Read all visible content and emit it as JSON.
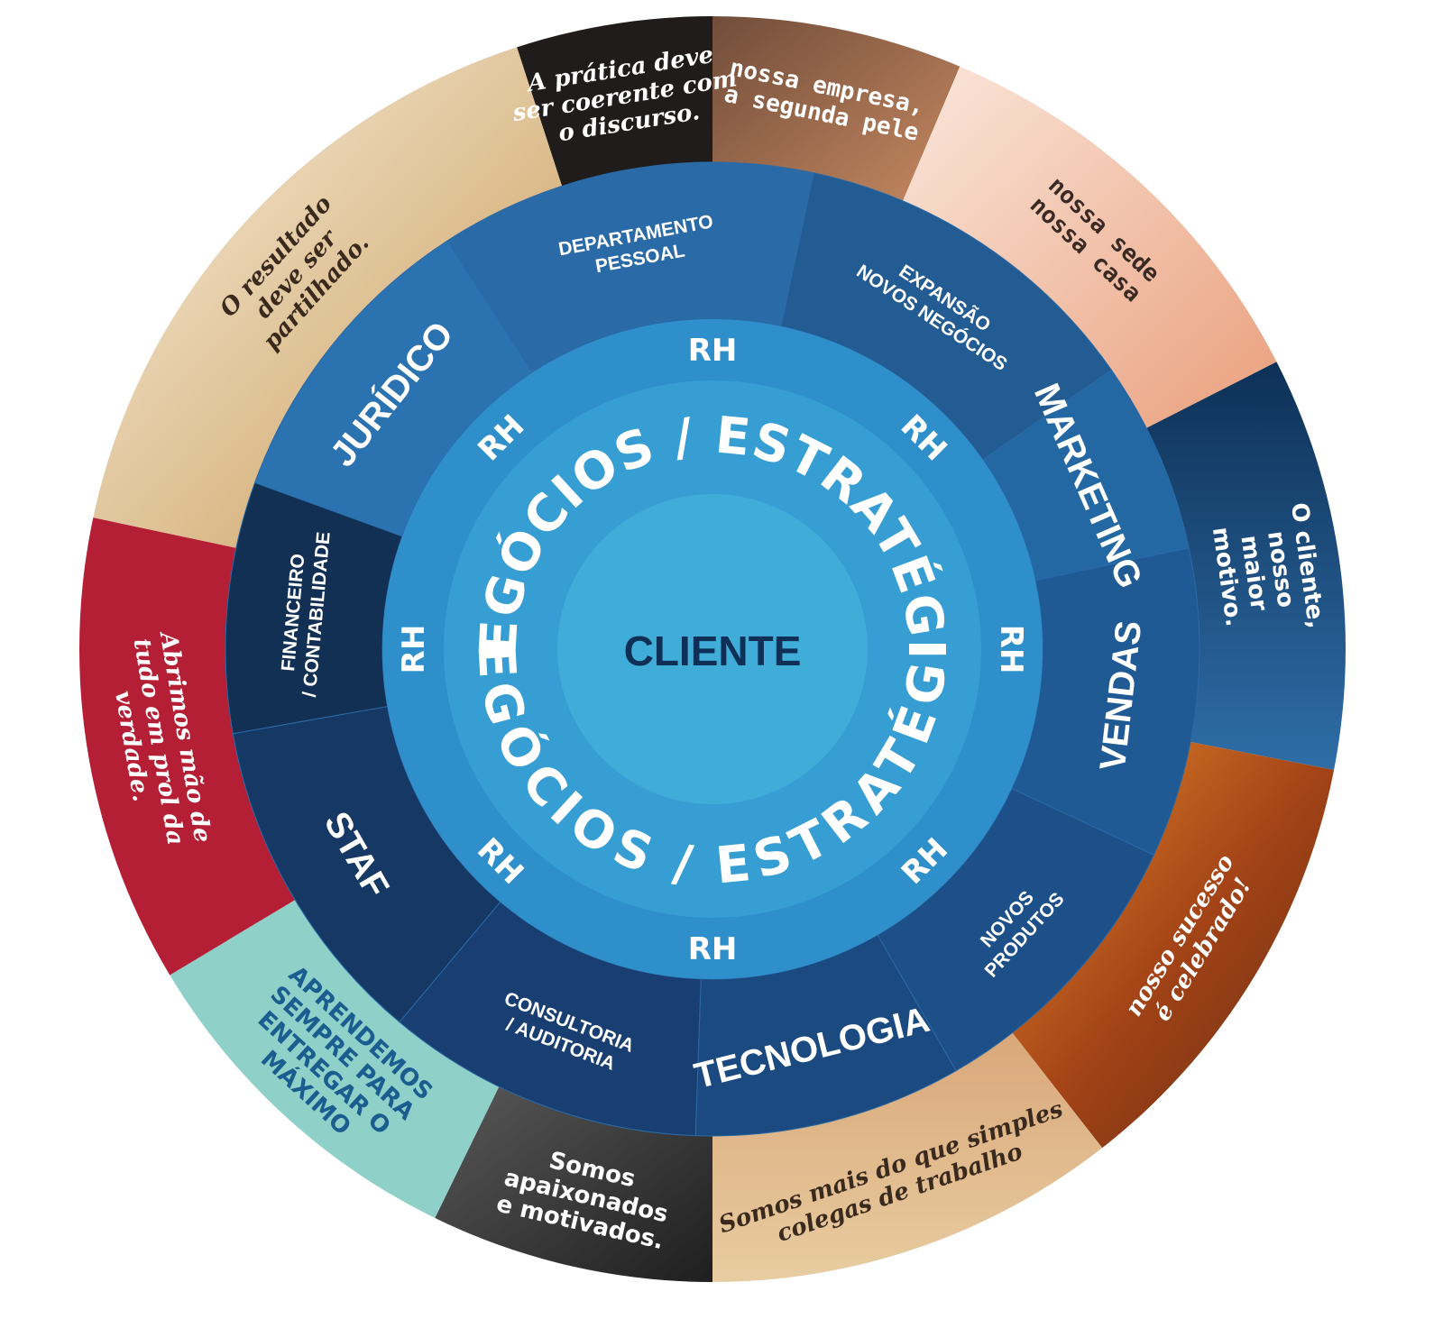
{
  "center": {
    "label": "CLIENTE"
  },
  "strategy_ring": {
    "top": "NEGÓCIOS / ESTRATÉGIA",
    "bottom": "NEGÓCIOS / ESTRATÉGIA"
  },
  "rh_label": "RH",
  "departments": [
    {
      "id": "departamento-pessoal",
      "lines": [
        "DEPARTAMENTO",
        "PESSOAL"
      ]
    },
    {
      "id": "expansao-novos-negocios",
      "lines": [
        "EXPANSÃO",
        "NOVOS NEGÓCIOS"
      ]
    },
    {
      "id": "marketing",
      "lines": [
        "MARKETING"
      ]
    },
    {
      "id": "vendas",
      "lines": [
        "VENDAS"
      ]
    },
    {
      "id": "novos-produtos",
      "lines": [
        "NOVOS",
        "PRODUTOS"
      ]
    },
    {
      "id": "tecnologia",
      "lines": [
        "TECNOLOGIA"
      ]
    },
    {
      "id": "consultoria-auditoria",
      "lines": [
        "CONSULTORIA",
        "/ AUDITORIA"
      ]
    },
    {
      "id": "staf",
      "lines": [
        "STAF"
      ]
    },
    {
      "id": "financeiro-contabilidade",
      "lines": [
        "FINANCEIRO",
        "/ CONTABILIDADE"
      ]
    },
    {
      "id": "juridico",
      "lines": [
        "JURÍDICO"
      ]
    }
  ],
  "quotes": [
    {
      "id": "pratica",
      "lines": [
        "A prática deve",
        "ser coerente com",
        "o discurso."
      ]
    },
    {
      "id": "segunda-pele",
      "lines": [
        "nossa empresa,",
        "a segunda pele"
      ]
    },
    {
      "id": "sede-casa",
      "lines": [
        "nossa sede",
        "nossa casa"
      ]
    },
    {
      "id": "cliente-motivo",
      "lines": [
        "O cliente,",
        "nosso",
        "maior",
        "motivo."
      ]
    },
    {
      "id": "sucesso",
      "lines": [
        "nosso sucesso",
        "é celebrado!"
      ]
    },
    {
      "id": "colegas",
      "lines": [
        "Somos mais do que simples",
        "colegas de trabalho"
      ]
    },
    {
      "id": "apaixonados",
      "lines": [
        "Somos",
        "apaixonados",
        "e motivados."
      ]
    },
    {
      "id": "maximo",
      "lines": [
        "APRENDEMOS",
        "SEMPRE PARA",
        "ENTREGAR O",
        "MÁXIMO"
      ]
    },
    {
      "id": "verdade",
      "lines": [
        "Abrimos mão de",
        "tudo em prol da",
        "verdade."
      ]
    },
    {
      "id": "resultado",
      "lines": [
        "O resultado",
        "deve ser",
        "partilhado."
      ]
    }
  ],
  "colors": {
    "outer_blue": "#235c93",
    "mid_blue": "#2c7fc0",
    "rh_ring": "#2f8fcb",
    "strategy_ring": "#379ed4",
    "center": "#40acd8",
    "center_text": "#0e2f56"
  }
}
